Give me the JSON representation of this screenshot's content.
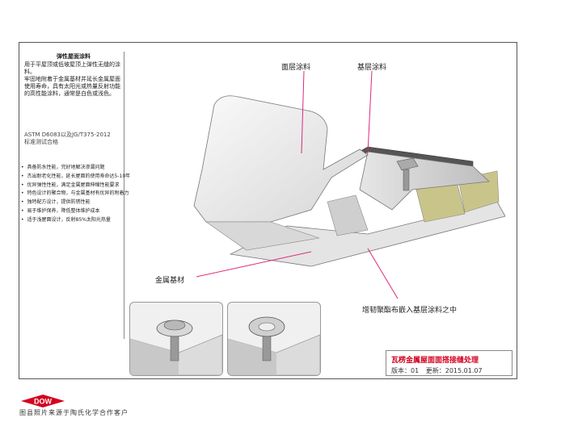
{
  "side_panel": {
    "heading": "弹性屋面涂料",
    "desc_1": "用于平屋顶或低坡屋顶上弹性无缝的涂料。",
    "desc_2": "牢固地附着于金属基材并延长金属屋面使用寿命，具有太阳光或热量反射功能的高性能涂料，通常是白色或浅色。",
    "standard_1": "ASTM D6083以及JG/T375-2012",
    "standard_2": "标准测试合格"
  },
  "features": [
    "具备防水性能，完好地解决渗漏问题",
    "杰出耐老化性能，延长屋面的使用寿命达5-10年",
    "优异弹性性能，满足金属屋面伸缩性能要求",
    "特色设计的聚合物，与金属基材有优异的附着力",
    "独特配方设计，提供防锈性能",
    "易于维护保养，降低整体维护成本",
    "适于浅屋面设计，反射85%太阳光热量"
  ],
  "callouts": {
    "top_coat": "面层涂料",
    "base_coat": "基层涂料",
    "metal_substrate": "金属基材",
    "fabric": "增韧聚酯布嵌入基层涂料之中"
  },
  "title_block": {
    "title": "瓦楞金属屋面面搭接缝处理",
    "version": "版本：01",
    "updated": "更新：2015.01.07"
  },
  "footer": {
    "logo_text": "DOW",
    "credit": "图县照片来源于陶氏化学合作客户"
  },
  "colors": {
    "accent_red": "#d4001f",
    "callout_pink": "#e0287a",
    "insulation": "#c9c58a"
  }
}
